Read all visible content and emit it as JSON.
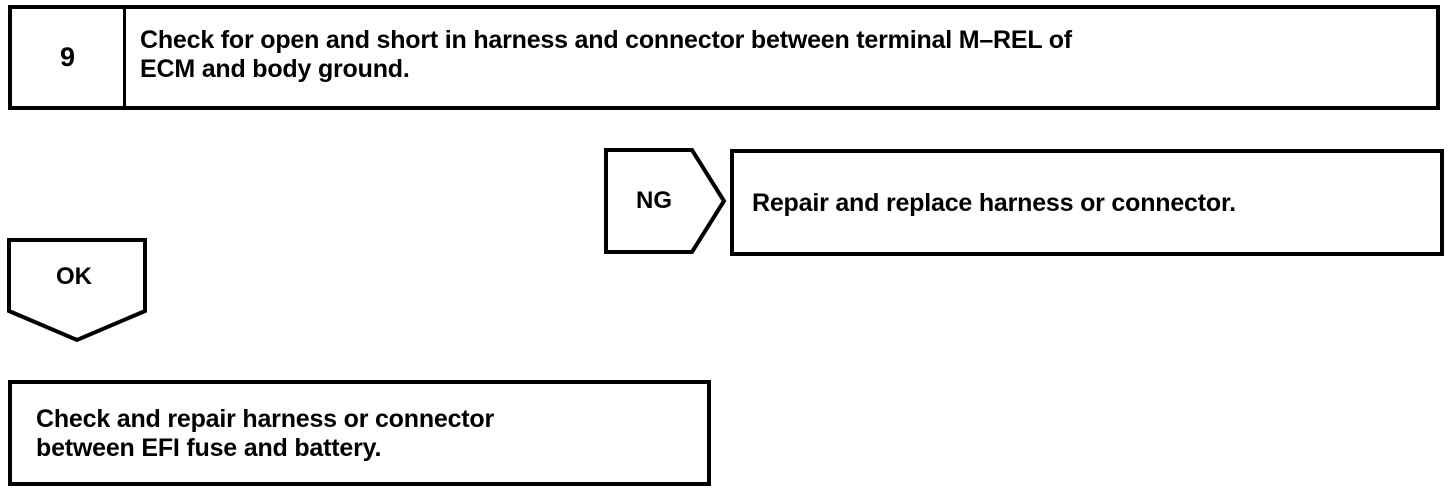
{
  "page": {
    "background_color": "#ffffff",
    "ink_color": "#000000",
    "kind": "diagnostic-flowchart"
  },
  "step": {
    "number": "9",
    "instruction_line1": "Check for open and short in harness and connector between terminal M–REL of",
    "instruction_line2": "ECM and body ground."
  },
  "branches": {
    "ng": {
      "label": "NG",
      "shape": "pentagon-right",
      "result_text": "Repair and replace harness or connector."
    },
    "ok": {
      "label": "OK",
      "shape": "pentagon-down",
      "result_line1": "Check and repair harness or connector",
      "result_line2": "between EFI fuse and battery."
    }
  }
}
